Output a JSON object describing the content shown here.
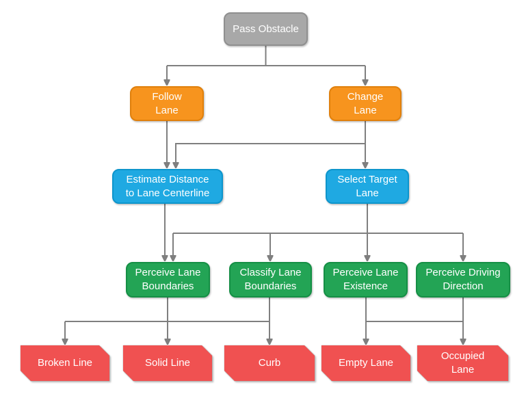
{
  "diagram": {
    "type": "flowchart",
    "colors": {
      "root_fill": "#a8a8a8",
      "root_border": "#8f8f8f",
      "action_fill": "#f7941e",
      "action_border": "#e0800c",
      "task_fill": "#1fa9e2",
      "task_border": "#0d95cc",
      "skill_fill": "#23a455",
      "skill_border": "#158f45",
      "entity_fill": "#f05151",
      "entity_border": "#c24040",
      "line": "#7f7f7f",
      "text": "#ffffff"
    },
    "nodes": {
      "pass_obstacle": {
        "label": "Pass Obstacle"
      },
      "follow_lane": {
        "label": "Follow\nLane"
      },
      "change_lane": {
        "label": "Change\nLane"
      },
      "estimate_distance": {
        "label": "Estimate Distance\nto Lane Centerline"
      },
      "select_target": {
        "label": "Select Target\nLane"
      },
      "perceive_lane_boundaries": {
        "label": "Perceive Lane\nBoundaries"
      },
      "classify_lane_boundaries": {
        "label": "Classify Lane\nBoundaries"
      },
      "perceive_lane_existence": {
        "label": "Perceive Lane\nExistence"
      },
      "perceive_driving_direction": {
        "label": "Perceive Driving\nDirection"
      },
      "broken_line": {
        "label": "Broken Line"
      },
      "solid_line": {
        "label": "Solid Line"
      },
      "curb": {
        "label": "Curb"
      },
      "empty_lane": {
        "label": "Empty Lane"
      },
      "occupied_lane": {
        "label": "Occupied\nLane"
      }
    }
  }
}
